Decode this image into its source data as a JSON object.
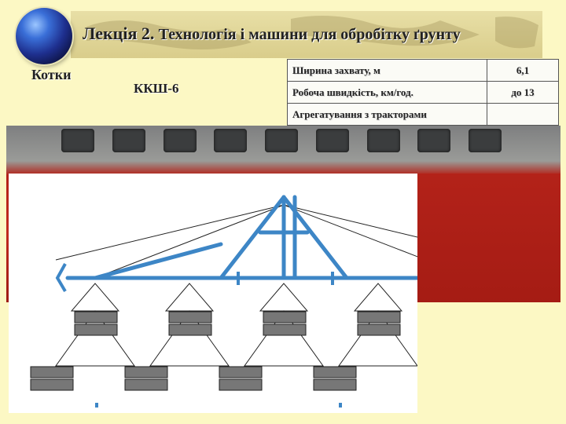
{
  "header": {
    "lecture": "Лекція 2.",
    "topic": "Технологія і машини для обробітку ґрунту"
  },
  "section": {
    "label": "Котки"
  },
  "model": {
    "label": "ККШ-6"
  },
  "specs": [
    {
      "param": "Ширина захвату, м",
      "value": "6,1"
    },
    {
      "param": "Робоча швидкість, км/год.",
      "value": "до 13"
    },
    {
      "param": "Агрегатування з тракторами",
      "value": ""
    }
  ],
  "colors": {
    "background": "#fcf8c4",
    "frame": "#3d86c6",
    "machine_red": "#b32219"
  },
  "icons": {
    "globe": "globe-icon"
  }
}
